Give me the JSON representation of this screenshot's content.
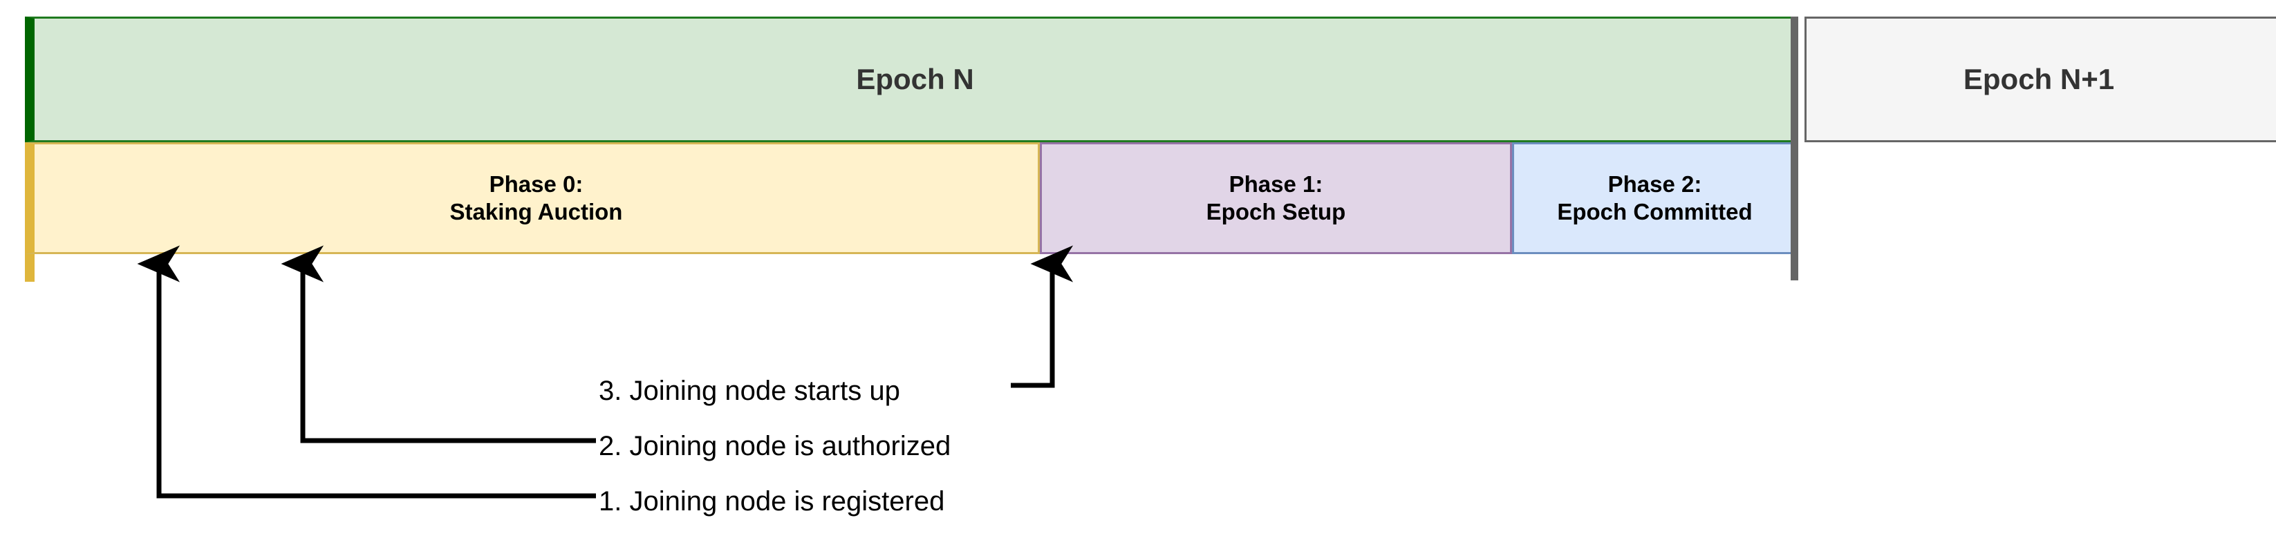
{
  "diagram": {
    "title_context": "Epoch phase timeline with joining node events",
    "type": "timeline"
  },
  "timeline": {
    "epochs": [
      {
        "id": "epoch-n",
        "label": "Epoch N",
        "fill": "#d5e8d4",
        "stroke": "#006600"
      },
      {
        "id": "epoch-n-plus-1",
        "label": "Epoch N+1",
        "fill": "#f5f5f5",
        "stroke": "#666666"
      }
    ],
    "phases": [
      {
        "id": "phase-0",
        "line1": "Phase 0:",
        "line2": "Staking Auction",
        "fill": "#fff2cc",
        "stroke": "#d6b656"
      },
      {
        "id": "phase-1",
        "line1": "Phase 1:",
        "line2": "Epoch Setup",
        "fill": "#e1d5e7",
        "stroke": "#9673a6"
      },
      {
        "id": "phase-2",
        "line1": "Phase 2:",
        "line2": "Epoch Committed",
        "fill": "#dae8fc",
        "stroke": "#6c8ebf"
      }
    ]
  },
  "annotations": [
    {
      "id": "event-3",
      "text": "3. Joining node starts up"
    },
    {
      "id": "event-2",
      "text": "2. Joining node is authorized"
    },
    {
      "id": "event-1",
      "text": "1. Joining node is registered"
    }
  ],
  "colors": {
    "connector": "#000000",
    "divider": "#666666",
    "text_dark": "#333333",
    "text_black": "#000000"
  }
}
